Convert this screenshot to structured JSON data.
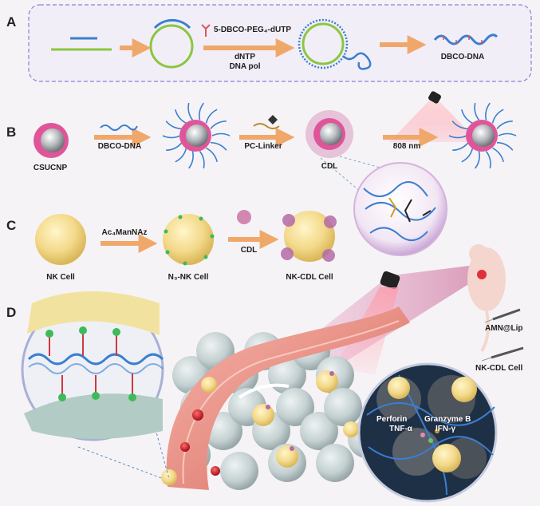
{
  "panels": {
    "a": {
      "letter": "A",
      "reagent": "5-DBCO-PEG₄-dUTP",
      "cond1": "dNTP",
      "cond2": "DNA pol",
      "product": "DBCO-DNA"
    },
    "b": {
      "letter": "B",
      "particle": "CSUCNP",
      "step1": "DBCO-DNA",
      "step2": "PC-Linker",
      "product": "CDL",
      "light": "808 nm"
    },
    "c": {
      "letter": "C",
      "cell": "NK Cell",
      "reagent": "Ac₄ManNAz",
      "azido_cell": "N₃-NK Cell",
      "conjugate": "CDL",
      "product": "NK-CDL Cell"
    },
    "d": {
      "letter": "D",
      "inj1": "AMN@Lip",
      "inj2": "NK-CDL Cell",
      "cytokines": {
        "c1": "Perforin",
        "c2": "Granzyme B",
        "c3": "TNF-α",
        "c4": "IFN-γ"
      }
    }
  },
  "colors": {
    "panel_a_border": "#8e7fd8",
    "panel_a_fill": "#f1eef8",
    "arrow": "#f0a86a",
    "dna_blue": "#3a7fd0",
    "dna_green": "#8cc63e",
    "cell_yellow": "#f3d98a",
    "nanoparticle_pink": "#e0559a",
    "vessel": "#e58b80",
    "tumor": "#c9d5d6"
  }
}
